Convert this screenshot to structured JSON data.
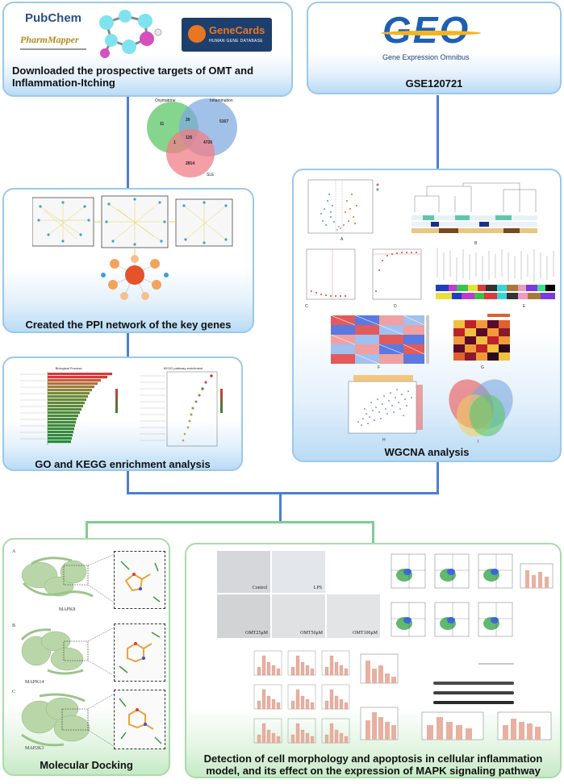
{
  "panels": {
    "targets": {
      "caption_line1": "Downloaded the prospective targets of OMT and",
      "caption_line2": "Inflammation-Itching"
    },
    "geo": {
      "caption": "GSE120721",
      "logo_text": "GEO",
      "logo_sub": "Gene Expression Omnibus"
    },
    "ppi": {
      "caption": "Created the PPI network of the key genes"
    },
    "go": {
      "caption": "GO and KEGG enrichment analysis"
    },
    "wgcna": {
      "caption": "WGCNA analysis"
    },
    "docking": {
      "caption": "Molecular Docking",
      "labels": [
        "A",
        "B",
        "C"
      ],
      "proteins": [
        "MAPK8",
        "MAPK14",
        "MAP2K3"
      ]
    },
    "detection": {
      "caption_line1": "Detection of cell morphology and apoptosis in cellular inflammation",
      "caption_line2": "model, and its effect on the expression of MAPK signaling pathway",
      "cell_labels": [
        "Control",
        "LPS",
        "OMT25μM",
        "OMT50μM",
        "OMT100μM"
      ]
    }
  },
  "logos": {
    "pubchem": "PubChem",
    "pharmmapper": "PharmMapper",
    "genecards": "GeneCards",
    "genecards_sub": "HUMAN GENE DATABASE"
  },
  "venn": {
    "sets": [
      "Oxymatrine",
      "Inflammation",
      "SLE"
    ],
    "values": [
      "11",
      "30",
      "5167",
      "1",
      "125",
      "4735",
      "2814"
    ]
  },
  "go_titles": {
    "bp": "Biological Process",
    "kegg": "KEGG pathway enrichment"
  },
  "wgcna_labels": [
    "A",
    "B",
    "C",
    "D",
    "E",
    "F",
    "G",
    "H",
    "I"
  ],
  "colors": {
    "panel_blue": "#9cc8ea",
    "panel_green": "#a9dba9",
    "connector_blue": "#4a7fd4",
    "connector_green": "#7fcd90"
  }
}
